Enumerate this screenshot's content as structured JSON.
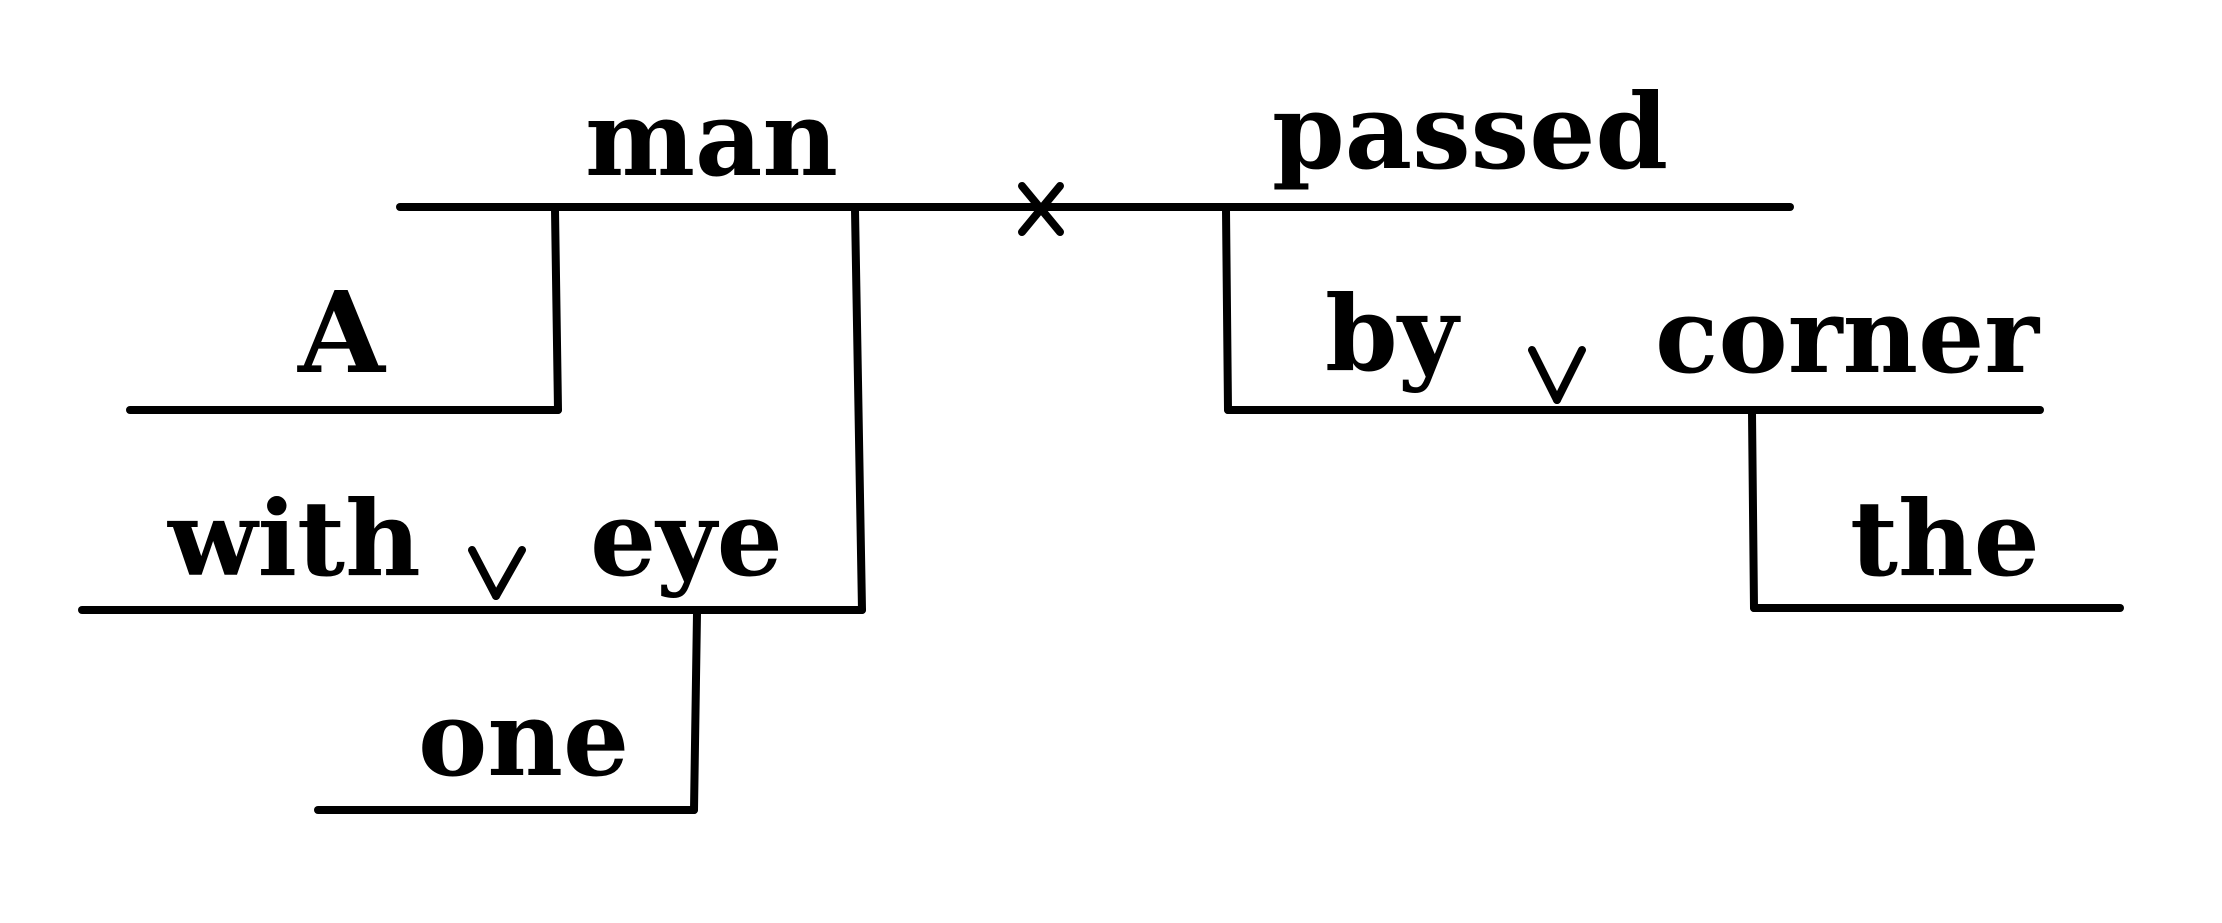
{
  "diagram": {
    "words": {
      "article_a": "A",
      "subject": "man",
      "verb": "passed",
      "prep_with": "with",
      "obj_eye": "eye",
      "mod_one": "one",
      "prep_by": "by",
      "obj_corner": "corner",
      "article_the": "the"
    },
    "divider_symbol": "×",
    "colors": {
      "ink": "#000000",
      "paper": "#ffffff"
    }
  }
}
